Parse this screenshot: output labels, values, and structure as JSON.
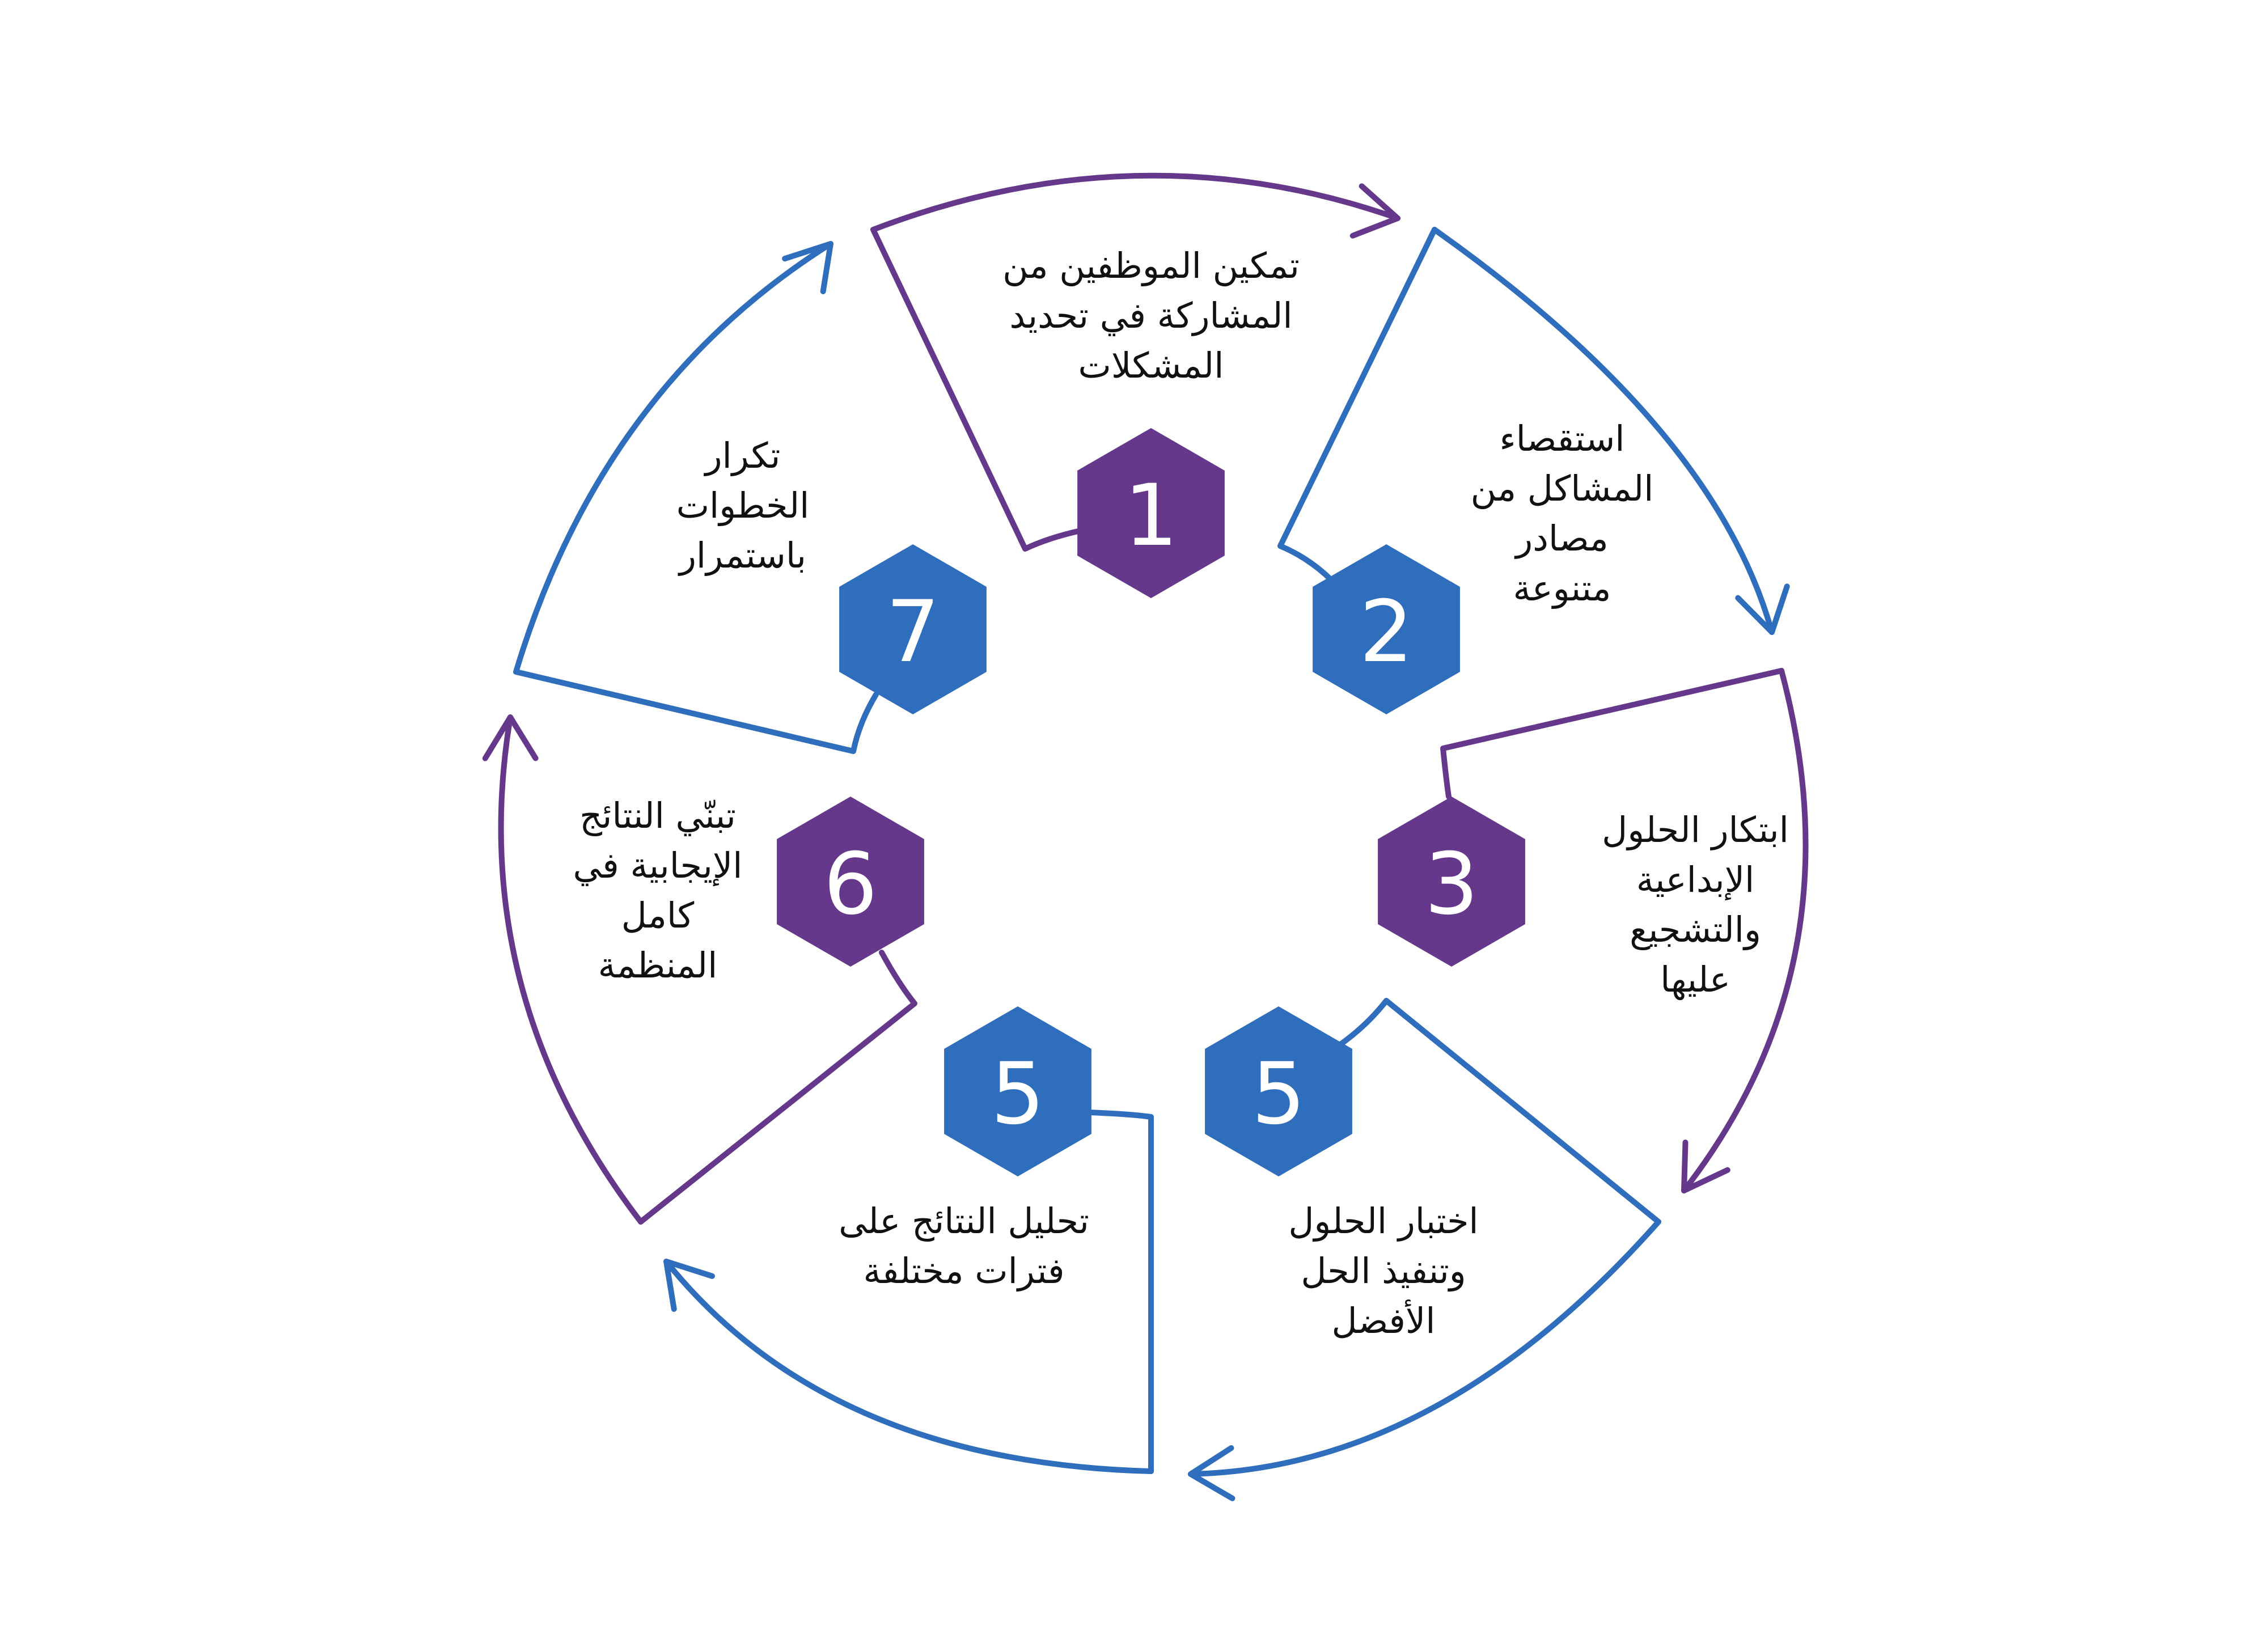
{
  "colors": {
    "purple": "#66388c",
    "blue": "#2f6ebc",
    "text": "#111111",
    "background": "#ffffff"
  },
  "steps": [
    {
      "number": "1",
      "color": "purple",
      "text": "تمكين الموظفين من\nالمشاركة في تحديد\nالمشكلات"
    },
    {
      "number": "2",
      "color": "blue",
      "text": "استقصاء\nالمشاكل من\nمصادر\nمتنوعة"
    },
    {
      "number": "3",
      "color": "purple",
      "text": "ابتكار الحلول\nالإبداعية\nوالتشجيع\nعليها"
    },
    {
      "number": "5",
      "color": "blue",
      "text": "اختبار الحلول\nوتنفيذ الحل\nالأفضل"
    },
    {
      "number": "5",
      "color": "blue",
      "text": "تحليل النتائج على\nفترات مختلفة"
    },
    {
      "number": "6",
      "color": "purple",
      "text": "تبنّي النتائج\nالإيجابية في\nكامل\nالمنظمة"
    },
    {
      "number": "7",
      "color": "blue",
      "text": "تكرار\nالخطوات\nباستمرار"
    }
  ]
}
